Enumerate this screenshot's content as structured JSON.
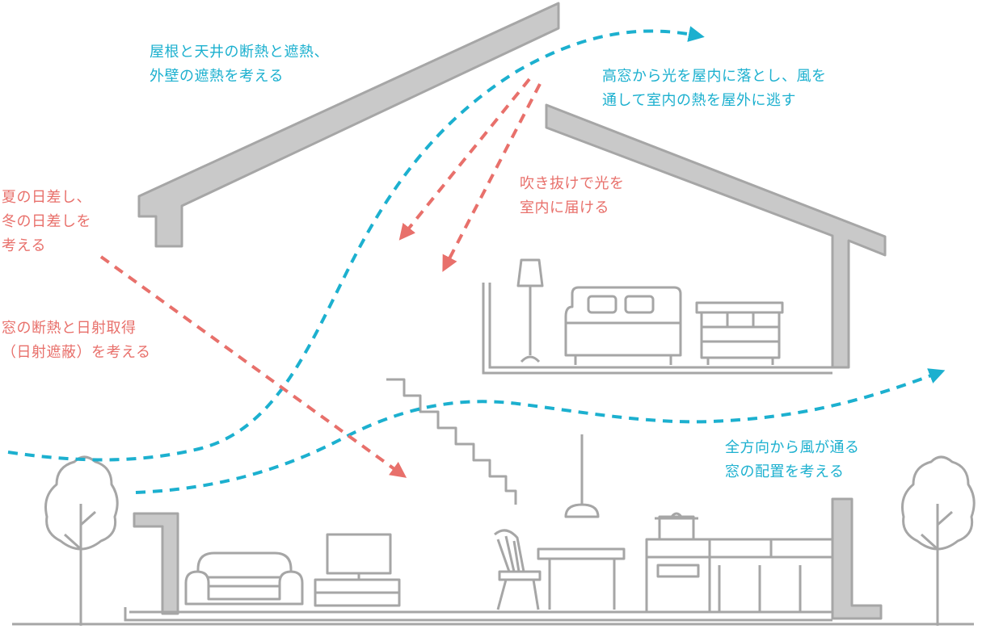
{
  "colors": {
    "teal": "#1cb0cf",
    "coral": "#e8706b",
    "structure": "#c9c9c9",
    "outline": "#a6a6a6"
  },
  "annotations": {
    "roof_insulation": {
      "color": "teal",
      "lines": [
        "屋根と天井の断熱と遮熱、",
        "外壁の遮熱を考える"
      ]
    },
    "high_window": {
      "color": "teal",
      "lines": [
        "高窓から光を屋内に落とし、風を",
        "通して室内の熱を屋外に逃す"
      ]
    },
    "sunlight": {
      "color": "coral",
      "lines": [
        "夏の日差し、",
        "冬の日差しを",
        "考える"
      ]
    },
    "atrium": {
      "color": "coral",
      "lines": [
        "吹き抜けで光を",
        "室内に届ける"
      ]
    },
    "window_insulation": {
      "color": "coral",
      "lines": [
        "窓の断熱と日射取得",
        "（日射遮蔽）を考える"
      ]
    },
    "cross_ventilation": {
      "color": "teal",
      "lines": [
        "全方向から風が通る",
        "窓の配置を考える"
      ]
    }
  },
  "icons": [
    "tree-icon",
    "sofa-icon",
    "tv-icon",
    "floor-lamp-icon",
    "bed-icon",
    "dresser-icon",
    "chair-icon",
    "table-icon",
    "pendant-lamp-icon",
    "kitchen-icon",
    "pot-icon",
    "stairs-icon"
  ]
}
